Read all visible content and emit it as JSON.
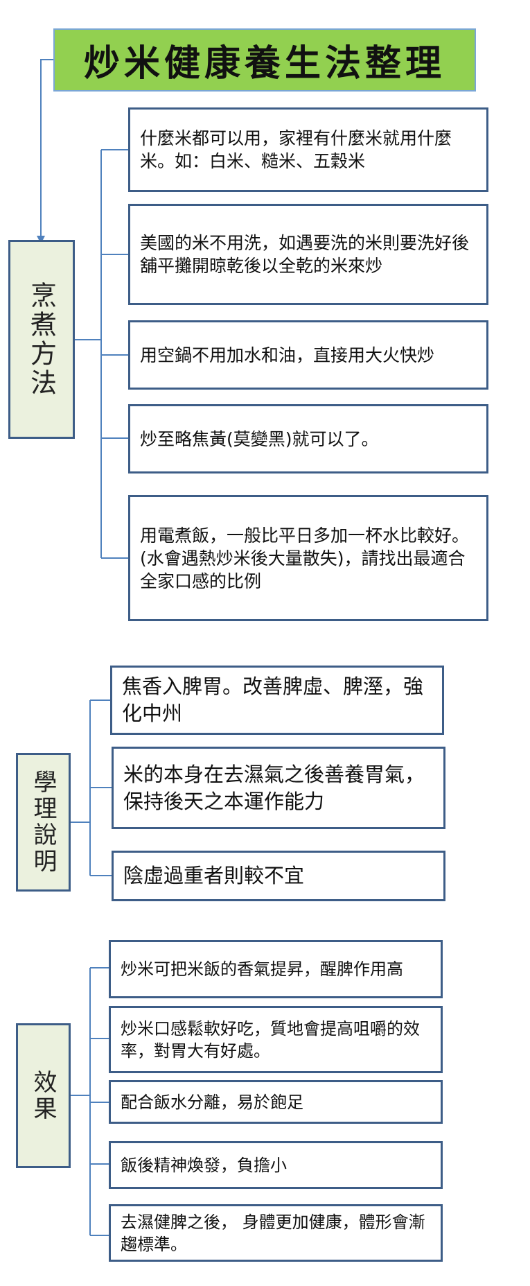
{
  "title": "炒米健康養生法整理",
  "groups": [
    {
      "label": "烹煮方法",
      "items": [
        "什麼米都可以用，家裡有什麼米就用什麼米。如：白米、糙米、五穀米",
        "美國的米不用洗，如遇要洗的米則要洗好後舖平攤開晾乾後以全乾的米來炒",
        "用空鍋不用加水和油，直接用大火快炒",
        "炒至略焦黃(莫變黑)就可以了。",
        "用電煮飯，一般比平日多加一杯水比較好。(水會遇熱炒米後大量散失)，請找出最適合全家口感的比例"
      ]
    },
    {
      "label": "學理說明",
      "items": [
        "焦香入脾胃。改善脾虛、脾溼，強化中州",
        "米的本身在去濕氣之後善養胃氣，保持後天之本運作能力",
        "陰虛過重者則較不宜"
      ]
    },
    {
      "label": "效果",
      "items": [
        "炒米可把米飯的香氣提昇，醒脾作用高",
        "炒米口感鬆軟好吃，質地會提高咀嚼的效率，對胃大有好處。",
        "配合飯水分離，易於飽足",
        "飯後精神煥發，負擔小",
        "去濕健脾之後， 身體更加健康，體形會漸趨標準。"
      ]
    }
  ],
  "colors": {
    "title_fill": "#92d050",
    "category_fill": "#ebf1de",
    "border": "#3d5d87",
    "connector": "#4f81bd"
  }
}
